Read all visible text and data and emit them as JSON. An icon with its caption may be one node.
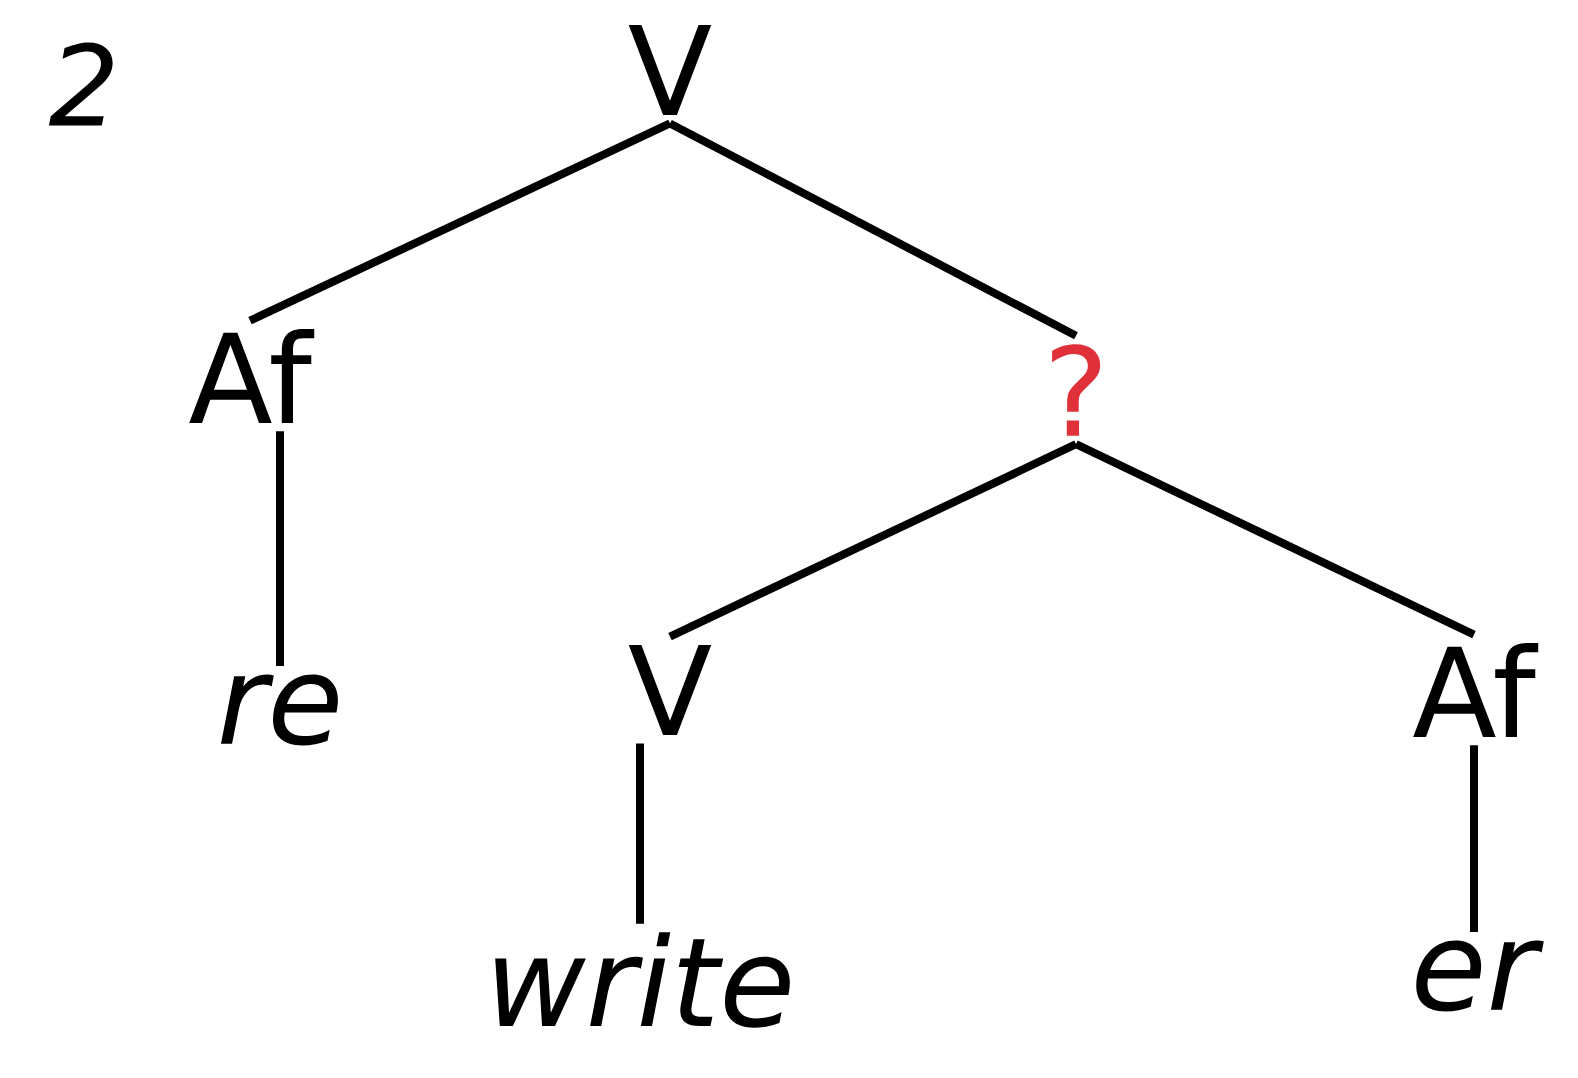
{
  "diagram": {
    "nodes": [
      {
        "text": [
          "V"
        ]
      },
      {
        "text": [
          "Af"
        ]
      },
      {
        "text": [
          "?"
        ]
      },
      {
        "text": [
          "re"
        ]
      },
      {
        "text": [
          "V"
        ]
      },
      {
        "text": [
          "Af"
        ]
      },
      {
        "text": [
          "write"
        ]
      },
      {
        "text": [
          "er"
        ]
      }
    ],
    "edges": [
      {
        "from": 0,
        "to": 1,
        "arrow": "none"
      },
      {
        "from": 0,
        "to": 2,
        "arrow": "none"
      },
      {
        "from": 1,
        "to": 3,
        "arrow": "none"
      },
      {
        "from": 2,
        "to": 4,
        "arrow": "none"
      },
      {
        "from": 2,
        "to": 5,
        "arrow": "none"
      },
      {
        "from": 4,
        "to": 6,
        "arrow": "none"
      },
      {
        "from": 5,
        "to": 7,
        "arrow": "none"
      }
    ],
    "labels": [
      "2"
    ]
  }
}
